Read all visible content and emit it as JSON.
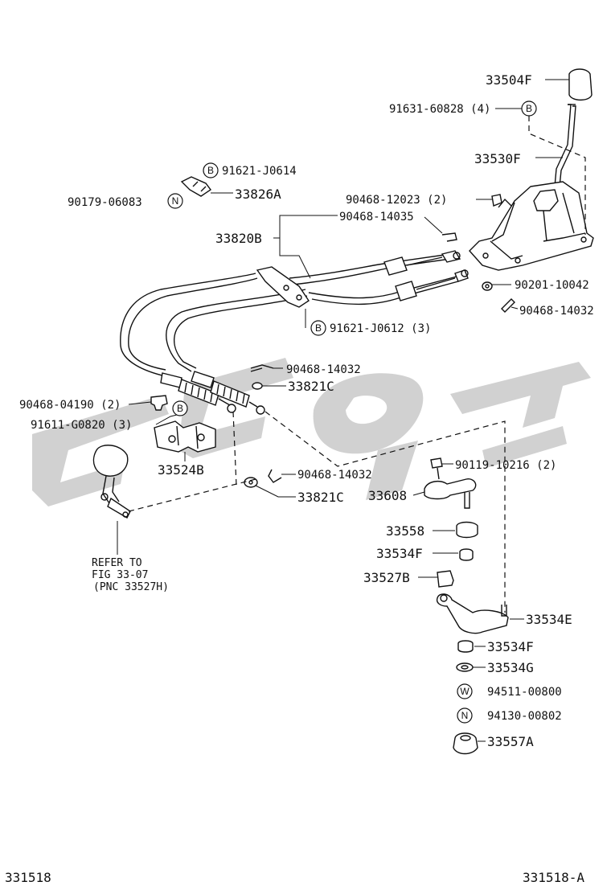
{
  "labels": {
    "p33504F": "33504F",
    "p91631": "91631-60828 (4)",
    "p33530F": "33530F",
    "p91621_J0614": "91621-J0614",
    "p33826A": "33826A",
    "p90179": "90179-06083",
    "p90468_12023": "90468-12023 (2)",
    "p90468_14035": "90468-14035",
    "p33820B": "33820B",
    "p90201": "90201-10042",
    "p90468_14032_a": "90468-14032",
    "p91621_J0612": "91621-J0612 (3)",
    "p90468_14032_b": "90468-14032",
    "p33821C_a": "33821C",
    "p90468_04190": "90468-04190 (2)",
    "p91611": "91611-G0820 (3)",
    "p33524B": "33524B",
    "p90468_14032_c": "90468-14032",
    "p33821C_b": "33821C",
    "p90119": "90119-10216 (2)",
    "p33608": "33608",
    "p33558": "33558",
    "p33534F_a": "33534F",
    "p33527B": "33527B",
    "p33534E": "33534E",
    "p33534F_b": "33534F",
    "p33534G": "33534G",
    "p94511": "94511-00800",
    "p94130": "94130-00802",
    "p33557A": "33557A"
  },
  "refer_note": {
    "line1": "REFER TO",
    "line2": "FIG 33-07",
    "line3": "(PNC 33527H)"
  },
  "symbols": {
    "B": "B",
    "N": "N",
    "W": "W"
  },
  "footer": {
    "left_code": "331518",
    "right_code": "331518-A"
  }
}
